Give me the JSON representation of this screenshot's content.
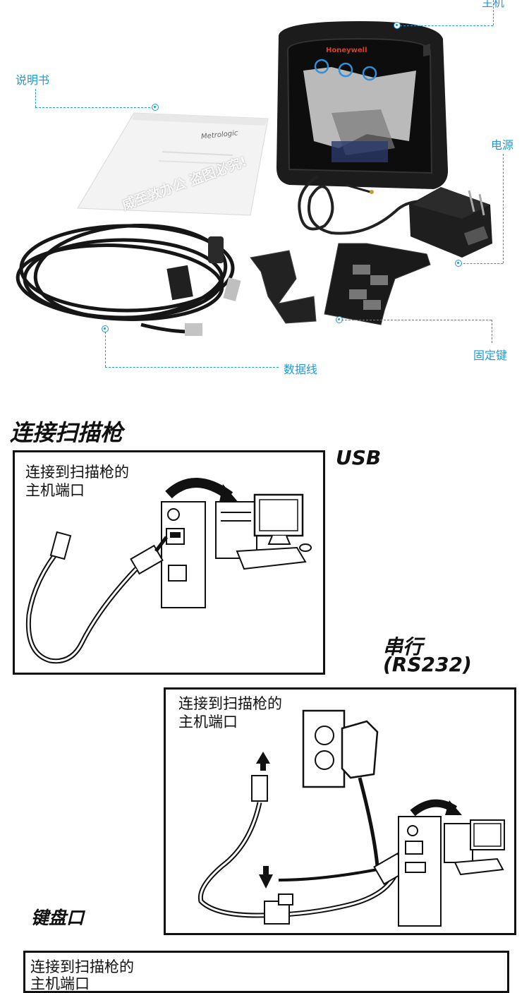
{
  "callouts": {
    "host": "主机",
    "manual": "说明书",
    "power": "电源",
    "stand": "固定键",
    "cable": "数据线"
  },
  "manual_brand": "Metrologic",
  "scanner_brand": "Honeywell",
  "watermark": "威至敦办公 盗图必究!",
  "section_title": "连接扫描枪",
  "usb": {
    "label": "USB",
    "caption_line1": "连接到扫描枪的",
    "caption_line2": "主机端口"
  },
  "serial": {
    "label_line1": "串行",
    "label_line2": "(RS232)",
    "caption_line1": "连接到扫描枪的",
    "caption_line2": "主机端口"
  },
  "keyboard": {
    "label": "键盘口",
    "caption_line1": "连接到扫描枪的",
    "caption_line2": "主机端口"
  }
}
